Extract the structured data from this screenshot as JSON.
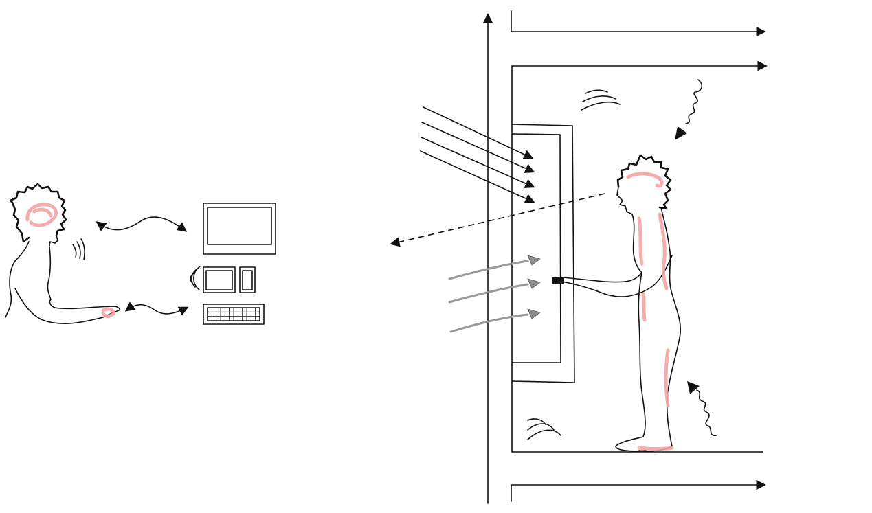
{
  "scene": {
    "left_group": {
      "person": "seated-person-with-highlighted-brain",
      "devices": [
        "monitor",
        "tablet",
        "phone",
        "keyboard"
      ]
    },
    "right_group": {
      "person": "standing-person-at-panel",
      "structure": "room-section-with-wall"
    }
  },
  "colors": {
    "ink": "#111111",
    "highlight": "#f2a4a4",
    "gray_flow": "#9a9a9a"
  },
  "icons": [
    "brain-highlight",
    "sound-wave-icon",
    "heat-wave-icon",
    "light-rays",
    "airflow-arrows",
    "dashed-view-arrow"
  ]
}
